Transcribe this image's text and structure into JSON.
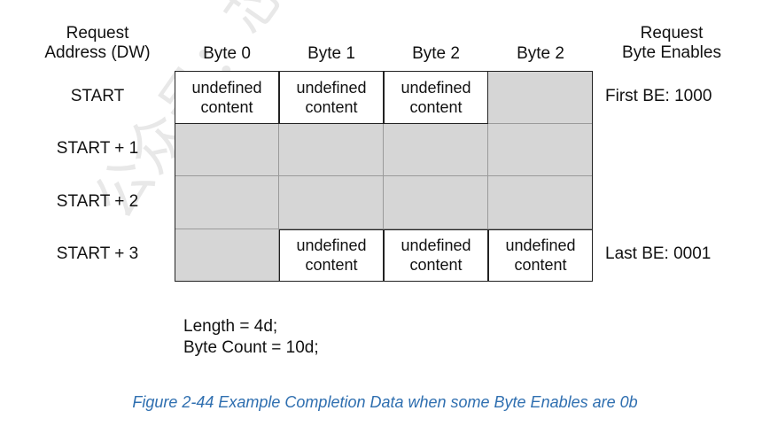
{
  "headers": {
    "address_line1": "Request",
    "address_line2": "Address (DW)",
    "byte_cols": [
      "Byte 0",
      "Byte 1",
      "Byte 2",
      "Byte 2"
    ],
    "be_line1": "Request",
    "be_line2": "Byte Enables"
  },
  "rows": [
    {
      "label": "START",
      "cells": [
        {
          "filled": true,
          "text": "undefined\ncontent"
        },
        {
          "filled": true,
          "text": "undefined\ncontent"
        },
        {
          "filled": true,
          "text": "undefined\ncontent"
        },
        {
          "filled": false,
          "text": ""
        }
      ],
      "byte_enable": "First BE: 1000"
    },
    {
      "label": "START + 1",
      "cells": [
        {
          "filled": false,
          "text": ""
        },
        {
          "filled": false,
          "text": ""
        },
        {
          "filled": false,
          "text": ""
        },
        {
          "filled": false,
          "text": ""
        }
      ],
      "byte_enable": ""
    },
    {
      "label": "START + 2",
      "cells": [
        {
          "filled": false,
          "text": ""
        },
        {
          "filled": false,
          "text": ""
        },
        {
          "filled": false,
          "text": ""
        },
        {
          "filled": false,
          "text": ""
        }
      ],
      "byte_enable": ""
    },
    {
      "label": "START + 3",
      "cells": [
        {
          "filled": false,
          "text": ""
        },
        {
          "filled": true,
          "text": "undefined\ncontent"
        },
        {
          "filled": true,
          "text": "undefined\ncontent"
        },
        {
          "filled": true,
          "text": "undefined\ncontent"
        }
      ],
      "byte_enable": "Last BE: 0001"
    }
  ],
  "length_line": "Length = 4d;",
  "byte_count_line": "Byte Count = 10d;",
  "caption": "Figure  2-44  Example Completion Data when some Byte Enables are 0b",
  "watermark": "公众号：芯片验证工程师",
  "colors": {
    "unused_cell": "#d6d6d6",
    "caption": "#2f6fb0"
  }
}
